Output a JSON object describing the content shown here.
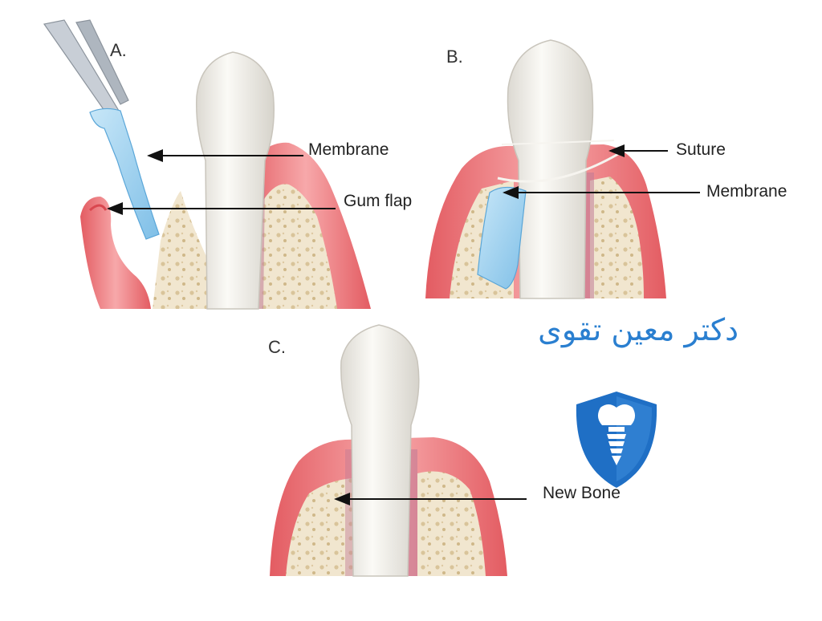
{
  "panels": {
    "a": {
      "letter": "A.",
      "labels": {
        "membrane": "Membrane",
        "gum_flap": "Gum flap"
      }
    },
    "b": {
      "letter": "B.",
      "labels": {
        "suture": "Suture",
        "membrane": "Membrane"
      }
    },
    "c": {
      "letter": "C.",
      "labels": {
        "new_bone": "New Bone"
      }
    }
  },
  "brand": {
    "name": "دکتر معین تقوی",
    "logo_icon": "tooth-implant-shield-icon"
  },
  "colors": {
    "gum": "#f08a8e",
    "gum_edge": "#d9474f",
    "tooth": "#f4f2ec",
    "bone": "#f1e6cf",
    "membrane": "#9fd0ef",
    "brand_blue": "#2a7fd0"
  }
}
